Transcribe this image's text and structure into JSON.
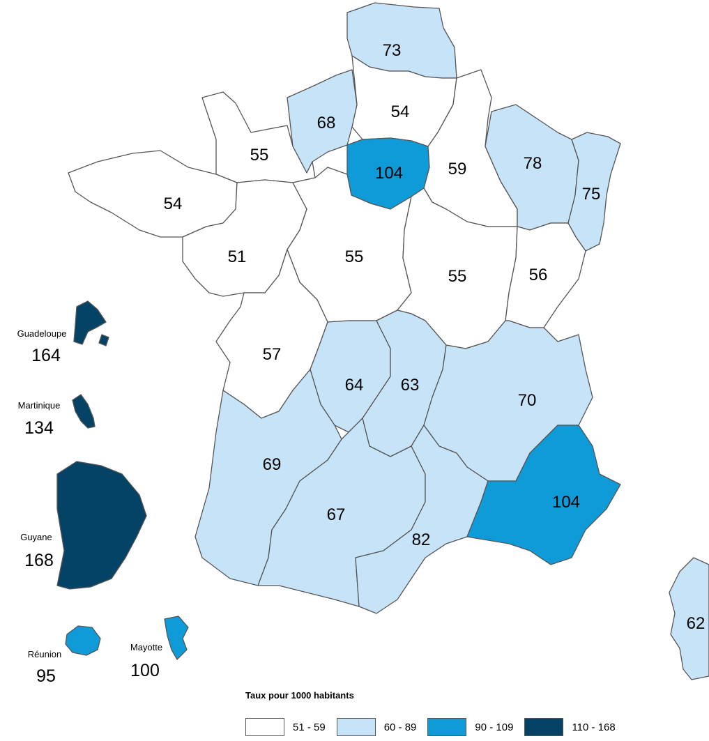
{
  "legend": {
    "title": "Taux pour 1000 habitants",
    "classes": [
      {
        "label": "51 - 59",
        "color": "#ffffff"
      },
      {
        "label": "60 - 89",
        "color": "#c6e3f8"
      },
      {
        "label": "90 - 109",
        "color": "#0f9ad8"
      },
      {
        "label": "110 - 168",
        "color": "#044366"
      }
    ]
  },
  "regions": [
    {
      "id": "hauts-de-france-nord",
      "value": "73"
    },
    {
      "id": "picardie-east",
      "value": "54"
    },
    {
      "id": "haute-normandie",
      "value": "68"
    },
    {
      "id": "basse-normandie",
      "value": "55"
    },
    {
      "id": "ile-de-france",
      "value": "104"
    },
    {
      "id": "champagne-ardenne",
      "value": "59"
    },
    {
      "id": "lorraine",
      "value": "78"
    },
    {
      "id": "alsace",
      "value": "75"
    },
    {
      "id": "bretagne",
      "value": "54"
    },
    {
      "id": "pays-de-la-loire",
      "value": "51"
    },
    {
      "id": "centre",
      "value": "55"
    },
    {
      "id": "bourgogne",
      "value": "55"
    },
    {
      "id": "franche-comte",
      "value": "56"
    },
    {
      "id": "poitou-charentes",
      "value": "57"
    },
    {
      "id": "limousin",
      "value": "64"
    },
    {
      "id": "auvergne",
      "value": "63"
    },
    {
      "id": "rhone-alpes",
      "value": "70"
    },
    {
      "id": "aquitaine",
      "value": "69"
    },
    {
      "id": "midi-pyrenees",
      "value": "67"
    },
    {
      "id": "languedoc-roussillon",
      "value": "82"
    },
    {
      "id": "provence-alpes-cote-dazur",
      "value": "104"
    },
    {
      "id": "corse",
      "value": "62"
    }
  ],
  "overseas": [
    {
      "id": "guadeloupe",
      "name": "Guadeloupe",
      "value": "164"
    },
    {
      "id": "martinique",
      "name": "Martinique",
      "value": "134"
    },
    {
      "id": "guyane",
      "name": "Guyane",
      "value": "168"
    },
    {
      "id": "reunion",
      "name": "Réunion",
      "value": "95"
    },
    {
      "id": "mayotte",
      "name": "Mayotte",
      "value": "100"
    }
  ]
}
